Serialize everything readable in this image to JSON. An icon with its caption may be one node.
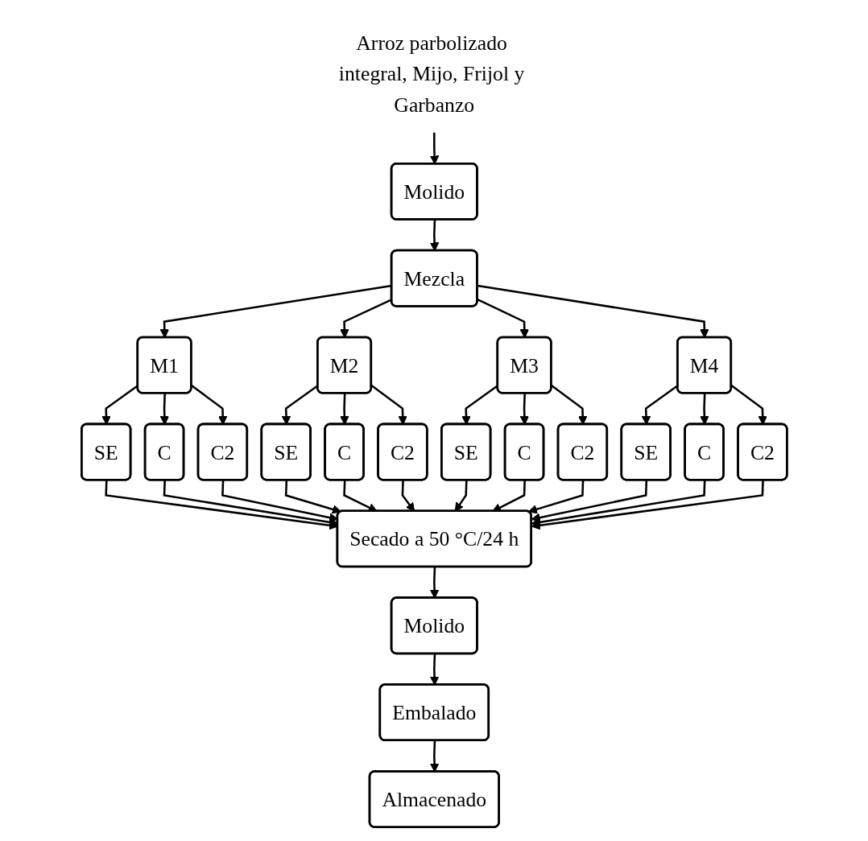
{
  "diagram": {
    "nodes": [
      {
        "text": [
          "Arroz parbolizado integral, Mijo, Frijol y Garbanzo"
        ]
      },
      {
        "text": [
          "Molido"
        ]
      },
      {
        "text": [
          "Mezcla"
        ]
      },
      {
        "text": [
          "M1"
        ]
      },
      {
        "text": [
          "M2"
        ]
      },
      {
        "text": [
          "M3"
        ]
      },
      {
        "text": [
          "M4"
        ]
      },
      {
        "text": [
          "SE"
        ]
      },
      {
        "text": [
          "C"
        ]
      },
      {
        "text": [
          "C2"
        ]
      },
      {
        "text": [
          "SE"
        ]
      },
      {
        "text": [
          "C"
        ]
      },
      {
        "text": [
          "C2"
        ]
      },
      {
        "text": [
          "SE"
        ]
      },
      {
        "text": [
          "C"
        ]
      },
      {
        "text": [
          "C2"
        ]
      },
      {
        "text": [
          "SE"
        ]
      },
      {
        "text": [
          "C"
        ]
      },
      {
        "text": [
          "C2"
        ]
      },
      {
        "text": [
          "Secado a 50 °C/24 h"
        ]
      },
      {
        "text": [
          "Molido"
        ]
      },
      {
        "text": [
          "Embalado"
        ]
      },
      {
        "text": [
          "Almacenado"
        ]
      }
    ],
    "edges": [
      {
        "from": 0,
        "to": 1,
        "arrow": "to"
      },
      {
        "from": 1,
        "to": 2,
        "arrow": "to"
      },
      {
        "from": 2,
        "to": 3,
        "arrow": "to"
      },
      {
        "from": 2,
        "to": 4,
        "arrow": "to"
      },
      {
        "from": 2,
        "to": 5,
        "arrow": "to"
      },
      {
        "from": 2,
        "to": 6,
        "arrow": "to"
      },
      {
        "from": 3,
        "to": 7,
        "arrow": "to"
      },
      {
        "from": 3,
        "to": 8,
        "arrow": "to"
      },
      {
        "from": 3,
        "to": 9,
        "arrow": "to"
      },
      {
        "from": 4,
        "to": 10,
        "arrow": "to"
      },
      {
        "from": 4,
        "to": 11,
        "arrow": "to"
      },
      {
        "from": 4,
        "to": 12,
        "arrow": "to"
      },
      {
        "from": 5,
        "to": 13,
        "arrow": "to"
      },
      {
        "from": 5,
        "to": 14,
        "arrow": "to"
      },
      {
        "from": 5,
        "to": 15,
        "arrow": "to"
      },
      {
        "from": 6,
        "to": 16,
        "arrow": "to"
      },
      {
        "from": 6,
        "to": 17,
        "arrow": "to"
      },
      {
        "from": 6,
        "to": 18,
        "arrow": "to"
      },
      {
        "from": 7,
        "to": 19,
        "arrow": "to"
      },
      {
        "from": 8,
        "to": 19,
        "arrow": "to"
      },
      {
        "from": 9,
        "to": 19,
        "arrow": "to"
      },
      {
        "from": 10,
        "to": 19,
        "arrow": "to"
      },
      {
        "from": 11,
        "to": 19,
        "arrow": "to"
      },
      {
        "from": 12,
        "to": 19,
        "arrow": "to"
      },
      {
        "from": 13,
        "to": 19,
        "arrow": "to"
      },
      {
        "from": 14,
        "to": 19,
        "arrow": "to"
      },
      {
        "from": 15,
        "to": 19,
        "arrow": "to"
      },
      {
        "from": 16,
        "to": 19,
        "arrow": "to"
      },
      {
        "from": 17,
        "to": 19,
        "arrow": "to"
      },
      {
        "from": 18,
        "to": 19,
        "arrow": "to"
      },
      {
        "from": 19,
        "to": 20,
        "arrow": "to"
      },
      {
        "from": 20,
        "to": 21,
        "arrow": "to"
      },
      {
        "from": 21,
        "to": 22,
        "arrow": "to"
      }
    ]
  }
}
